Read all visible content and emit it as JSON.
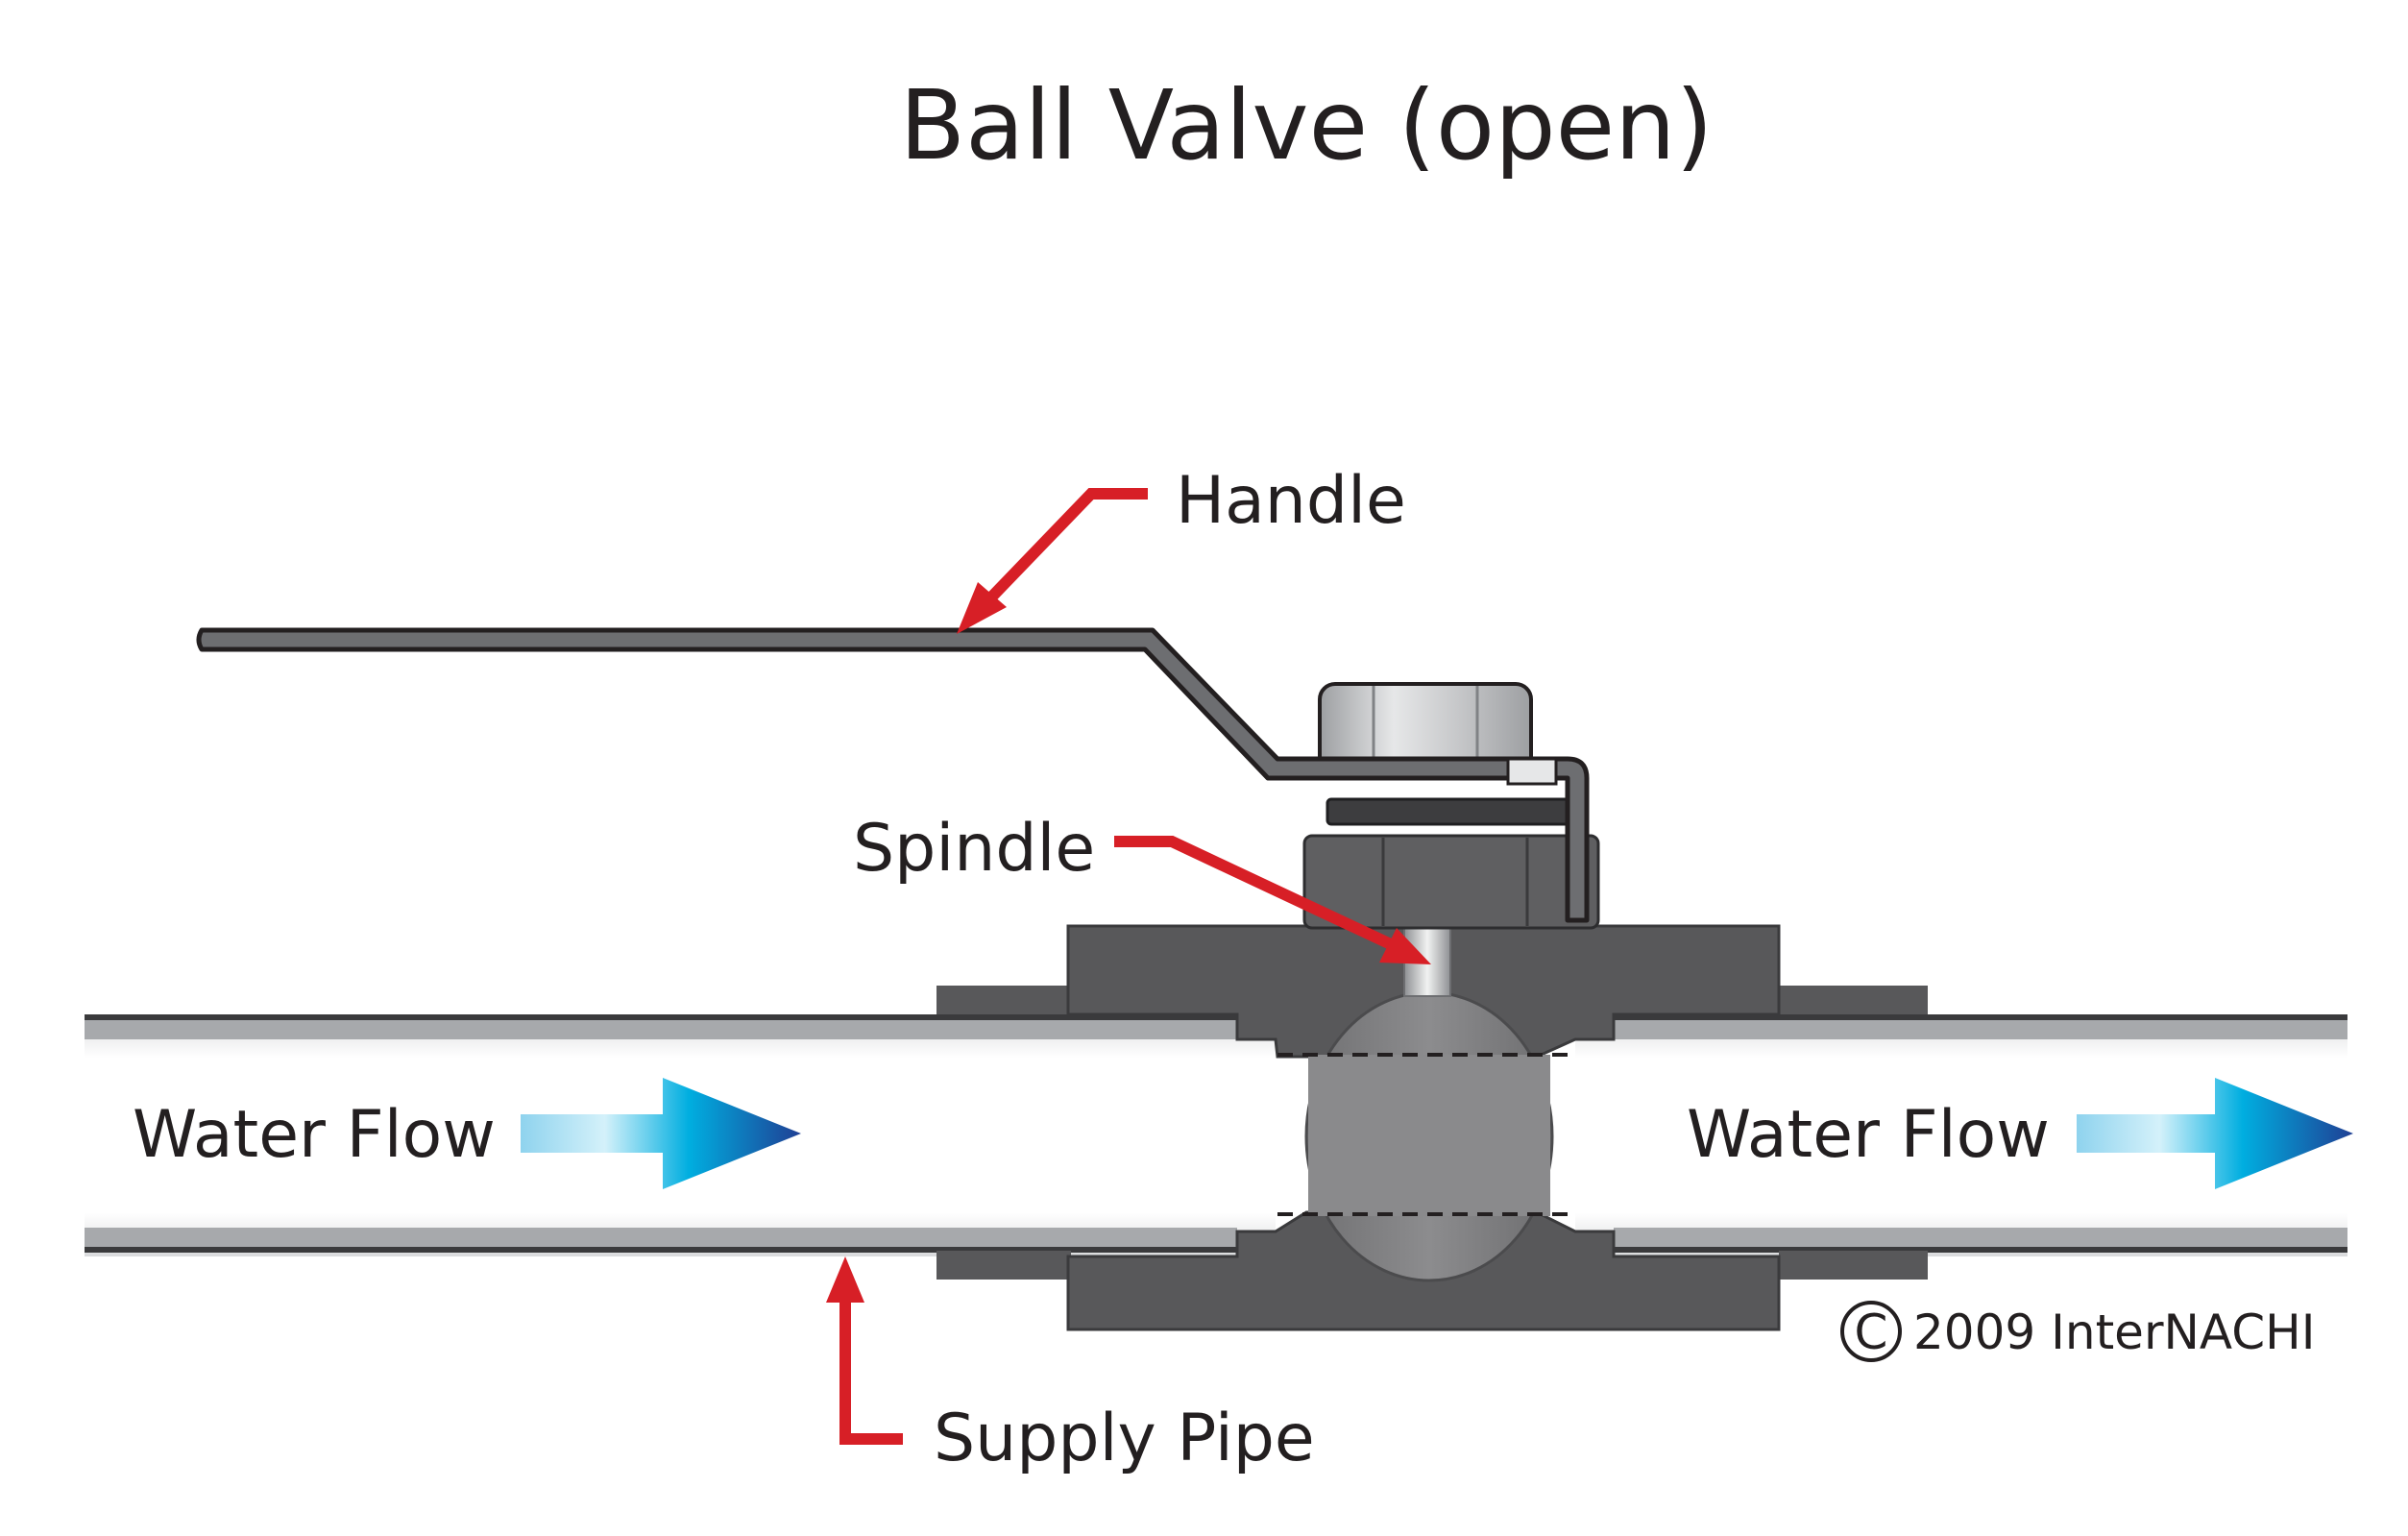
{
  "title": "Ball Valve (open)",
  "labels": {
    "handle": "Handle",
    "spindle": "Spindle",
    "supply_pipe": "Supply Pipe",
    "water_flow_left": "Water Flow",
    "water_flow_right": "Water Flow"
  },
  "credit": {
    "symbol": "C",
    "text": "2009  InterNACHI"
  },
  "colors": {
    "leader_arrows": "#d71f26",
    "valve_body": "#58585a",
    "pipe_wall": "#a7a9ac",
    "flow_arrow_start": "#bfe7f5",
    "flow_arrow_mid": "#00aee0",
    "flow_arrow_end": "#1f3f94"
  }
}
